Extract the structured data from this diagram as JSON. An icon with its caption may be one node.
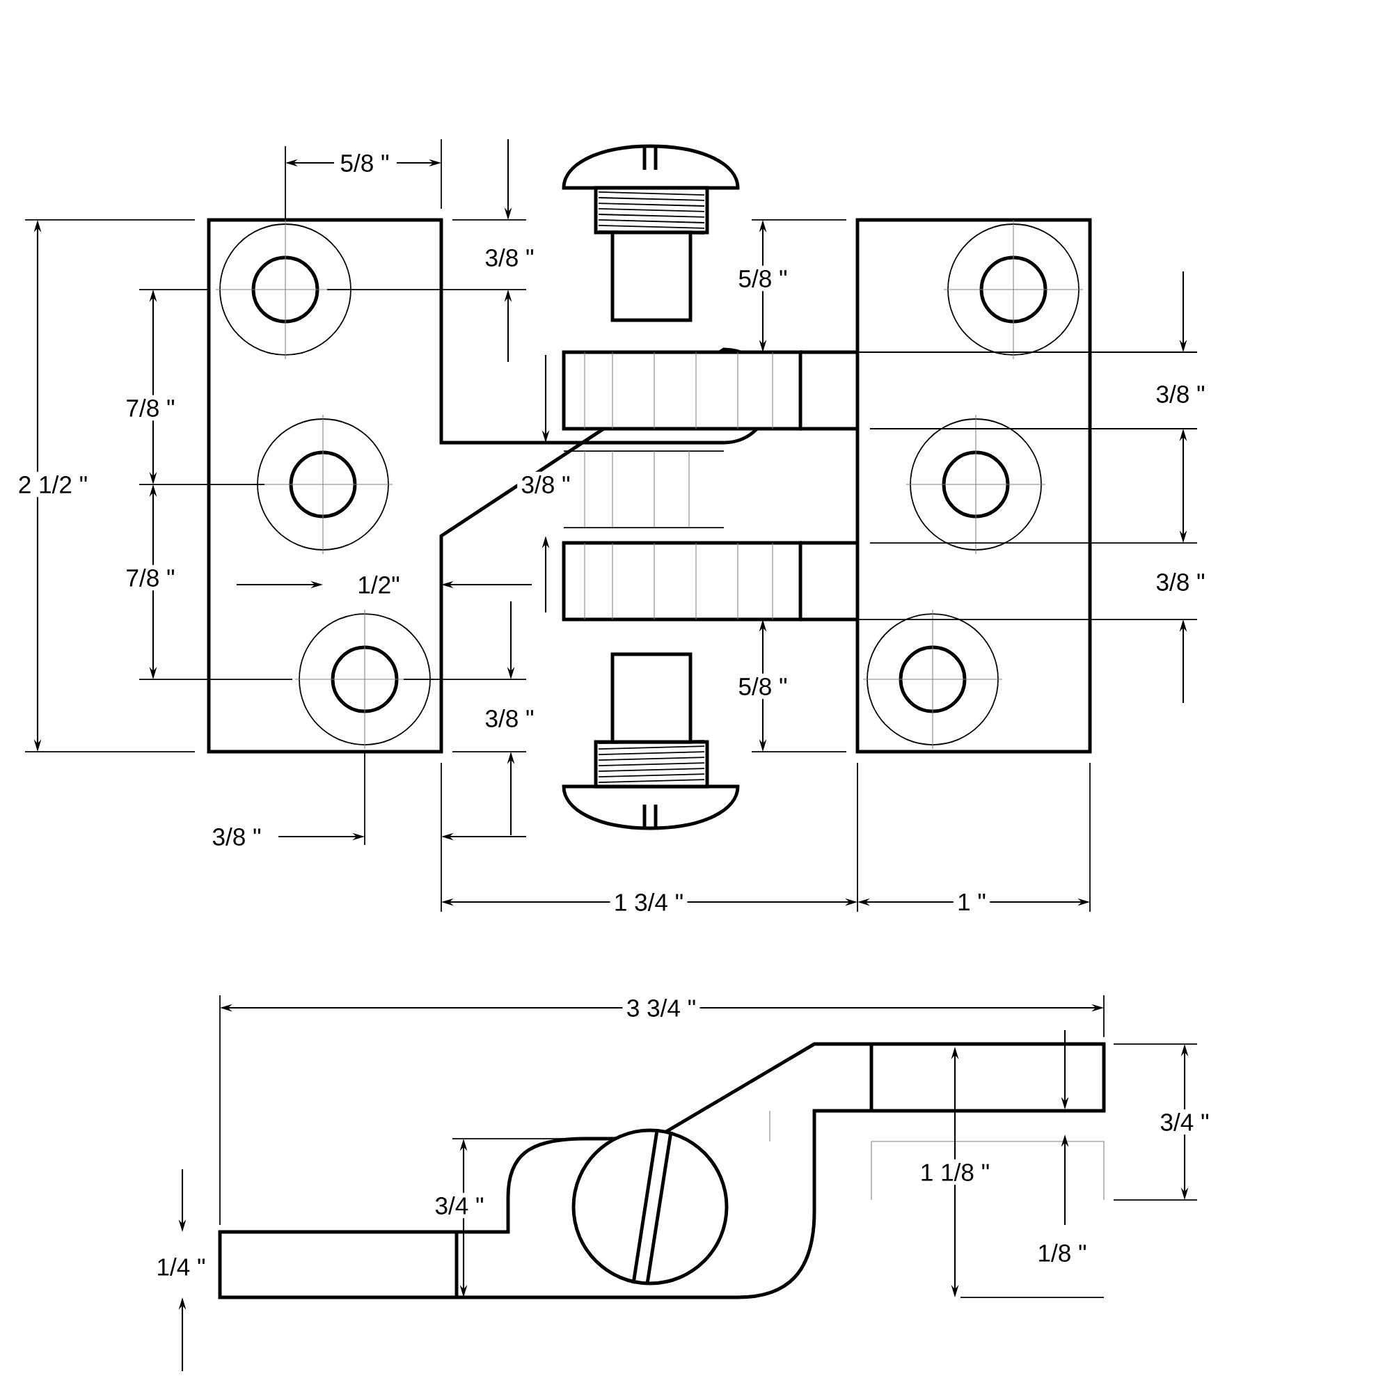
{
  "diagram": {
    "labels": [
      "5/8 \"",
      "3/8 \"",
      "5/8 \"",
      "3/8 \"",
      "7/8 \"",
      "2 1/2 \"",
      "3/8 \"",
      "7/8 \"",
      "1/2\"",
      "3/8 \"",
      "5/8 \"",
      "3/8 \"",
      "3/8 \"",
      "1 3/4 \"",
      "1 \"",
      "3 3/4 \"",
      "3/4 \"",
      "1 1/8 \"",
      "3/4 \"",
      "1/8 \"",
      "1/4 \""
    ]
  }
}
